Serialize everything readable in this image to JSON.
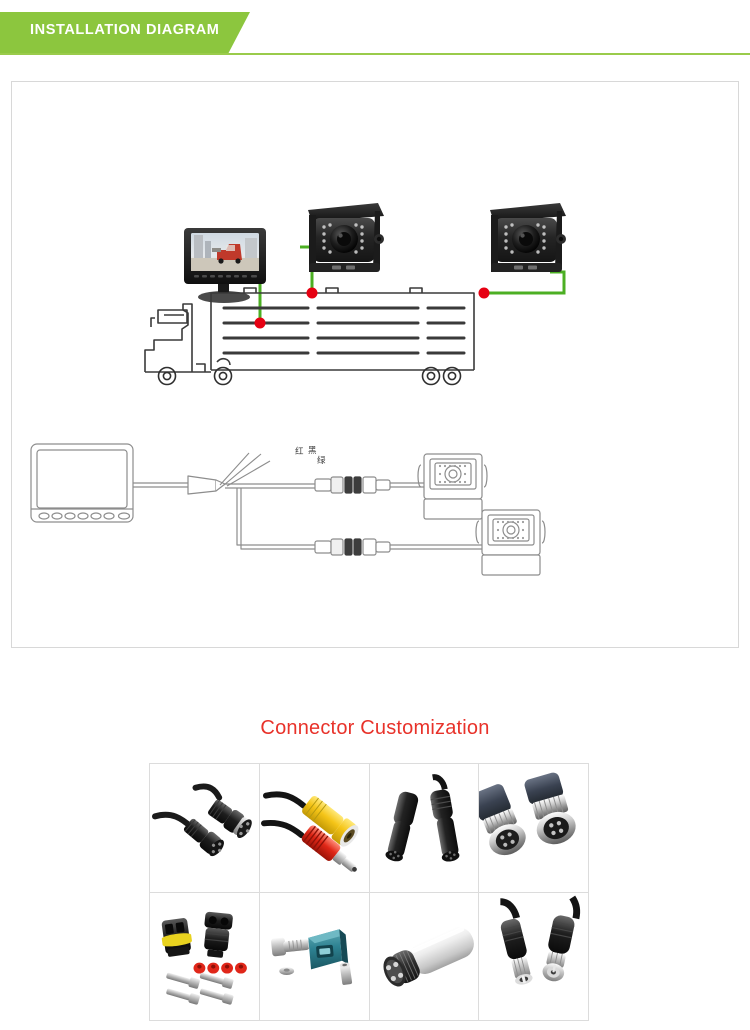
{
  "header": {
    "title": "INSTALLATION DIAGRAM",
    "banner_color": "#8CC63E",
    "rule_color": "#9ACB4B",
    "title_color": "#FFFFFF"
  },
  "diagram": {
    "border_color": "#D8D8D8",
    "background": "#FFFFFF",
    "top_scene": {
      "name": "truck-camera-installation-overview",
      "monitor": {
        "label": "vehicle-monitor",
        "screen_content": "red-truck-photo",
        "bezel_color": "#1C1C1C"
      },
      "cameras": [
        {
          "label": "camera-front-trailer",
          "body_color": "#222222"
        },
        {
          "label": "camera-rear-trailer",
          "body_color": "#222222"
        }
      ],
      "vehicle": {
        "label": "livestock-trailer-truck-outline",
        "outline_color": "#333333"
      },
      "connector_line_color": "#4CAF23",
      "mount_dot_color": "#E60012",
      "mount_points": [
        "monitor-mount-in-cab",
        "camera-mount-trailer-front",
        "camera-mount-trailer-rear"
      ]
    },
    "bottom_scene": {
      "name": "wiring-schematic",
      "monitor_label": "monitor-line-art",
      "line_color": "#8A8A8A",
      "wire_labels": [
        {
          "text": "红",
          "meaning": "red-wire"
        },
        {
          "text": "黑",
          "meaning": "black-wire"
        },
        {
          "text": "绿",
          "meaning": "green-wire"
        }
      ],
      "cameras": [
        "camera-line-art-upper",
        "camera-line-art-lower"
      ],
      "connectors": [
        "inline-plug-upper",
        "inline-plug-lower"
      ]
    }
  },
  "connector_section": {
    "title": "Connector Customization",
    "title_color": "#E8322A",
    "grid": {
      "columns": 4,
      "rows": 2,
      "border_color": "#DCDCDC",
      "cells": [
        {
          "name": "aviation-4pin-black-pair",
          "caption": ""
        },
        {
          "name": "rca-dc-red-yellow-pair",
          "caption": ""
        },
        {
          "name": "waterproof-black-pair",
          "caption": ""
        },
        {
          "name": "metal-threaded-aviation-pair",
          "caption": ""
        },
        {
          "name": "automotive-sealed-connector-kit",
          "caption": ""
        },
        {
          "name": "fakra-coax-connector-set",
          "caption": ""
        },
        {
          "name": "white-4pin-aviation-cable",
          "caption": ""
        },
        {
          "name": "bnc-connector-pair",
          "caption": ""
        }
      ]
    }
  }
}
